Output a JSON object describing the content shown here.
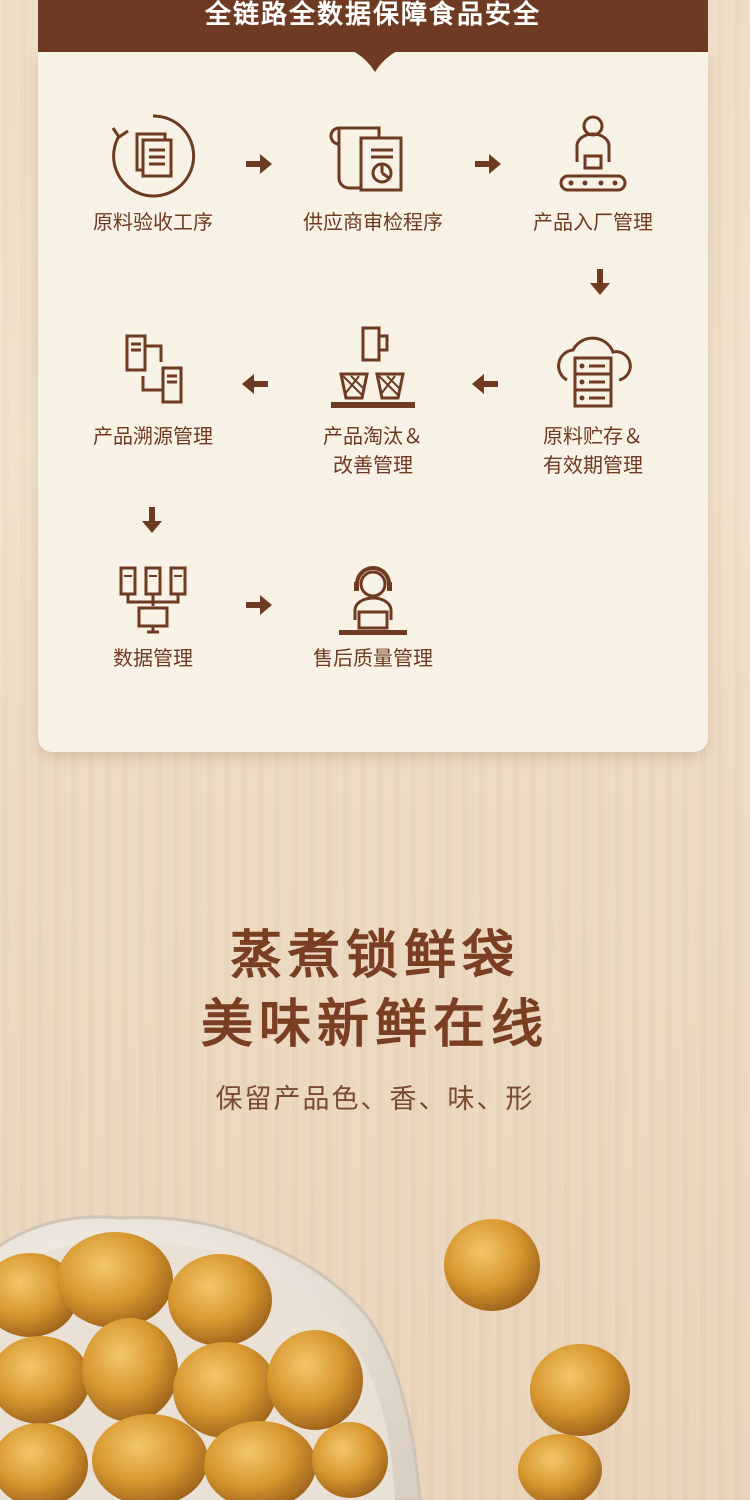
{
  "banner": {
    "title": "全链路全数据保障食品安全"
  },
  "steps": [
    {
      "label": "原料验收工序",
      "icon": "document-cycle-icon"
    },
    {
      "label": "供应商审检程序",
      "icon": "file-chart-icon"
    },
    {
      "label": "产品入厂管理",
      "icon": "conveyor-worker-icon"
    },
    {
      "label": "原料贮存＆\n有效期管理",
      "icon": "cloud-server-icon"
    },
    {
      "label": "产品淘汰＆\n改善管理",
      "icon": "cups-tray-icon"
    },
    {
      "label": "产品溯源管理",
      "icon": "linked-devices-icon"
    },
    {
      "label": "数据管理",
      "icon": "server-network-icon"
    },
    {
      "label": "售后质量管理",
      "icon": "customer-service-icon"
    }
  ],
  "headline": {
    "line1": "蒸煮锁鲜袋",
    "line2": "美味新鲜在线"
  },
  "subtitle": "保留产品色、香、味、形",
  "colors": {
    "brown": "#6e3a22",
    "card": "#f8f1e6",
    "chestnut": "#c98c2a"
  }
}
